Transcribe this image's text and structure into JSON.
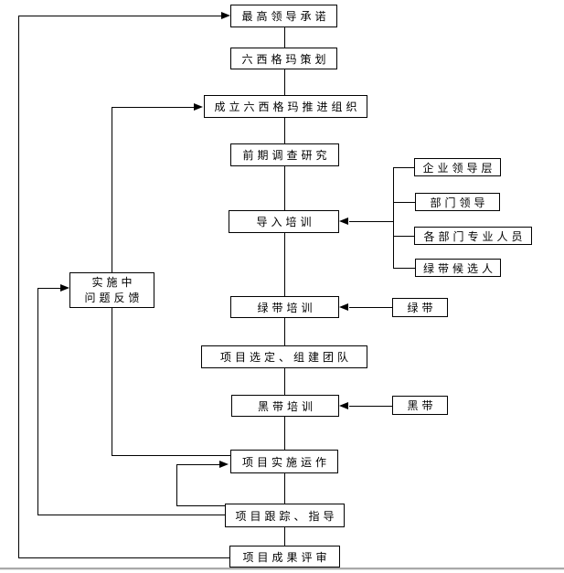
{
  "diagram": {
    "background_color": "#ffffff",
    "line_color": "#000000",
    "divider_color": "#a9a9a9"
  },
  "nodes": {
    "top_commitment": "最高领导承诺",
    "planning": "六西格玛策划",
    "org": "成立六西格玛推进组织",
    "research": "前期调查研究",
    "intro_training": "导入培训",
    "green_training": "绿带培训",
    "project_select": "项目选定、组建团队",
    "black_training": "黑带培训",
    "implement": "项目实施运作",
    "tracking": "项目跟踪、指导",
    "review": "项目成果评审",
    "exec_leaders": "企业领导层",
    "dept_leaders": "部门领导",
    "dept_professionals": "各部门专业人员",
    "green_candidates": "绿带候选人",
    "green_belt": "绿带",
    "black_belt": "黑带"
  },
  "feedback": {
    "line1": "实施中",
    "line2": "问题反馈"
  },
  "flow_order": [
    "最高领导承诺",
    "六西格玛策划",
    "成立六西格玛推进组织",
    "前期调查研究",
    "导入培训",
    "绿带培训",
    "项目选定、组建团队",
    "黑带培训",
    "项目实施运作",
    "项目跟踪、指导",
    "项目成果评审"
  ],
  "arrow_edges": [
    {
      "from": "项目成果评审",
      "to": "最高领导承诺",
      "type": "feedback"
    },
    {
      "from": "项目实施运作",
      "to": "成立六西格玛推进组织",
      "type": "feedback"
    },
    {
      "from": "项目跟踪、指导",
      "to": "实施中问题反馈",
      "type": "feedback"
    },
    {
      "from": "项目跟踪、指导",
      "to": "项目实施运作",
      "type": "feedback"
    },
    {
      "from": "企业领导层",
      "to": "导入培训",
      "type": "input"
    },
    {
      "from": "部门领导",
      "to": "导入培训",
      "type": "input"
    },
    {
      "from": "各部门专业人员",
      "to": "导入培训",
      "type": "input"
    },
    {
      "from": "绿带候选人",
      "to": "导入培训",
      "type": "input"
    },
    {
      "from": "绿带",
      "to": "绿带培训",
      "type": "input"
    },
    {
      "from": "黑带",
      "to": "黑带培训",
      "type": "input"
    }
  ]
}
